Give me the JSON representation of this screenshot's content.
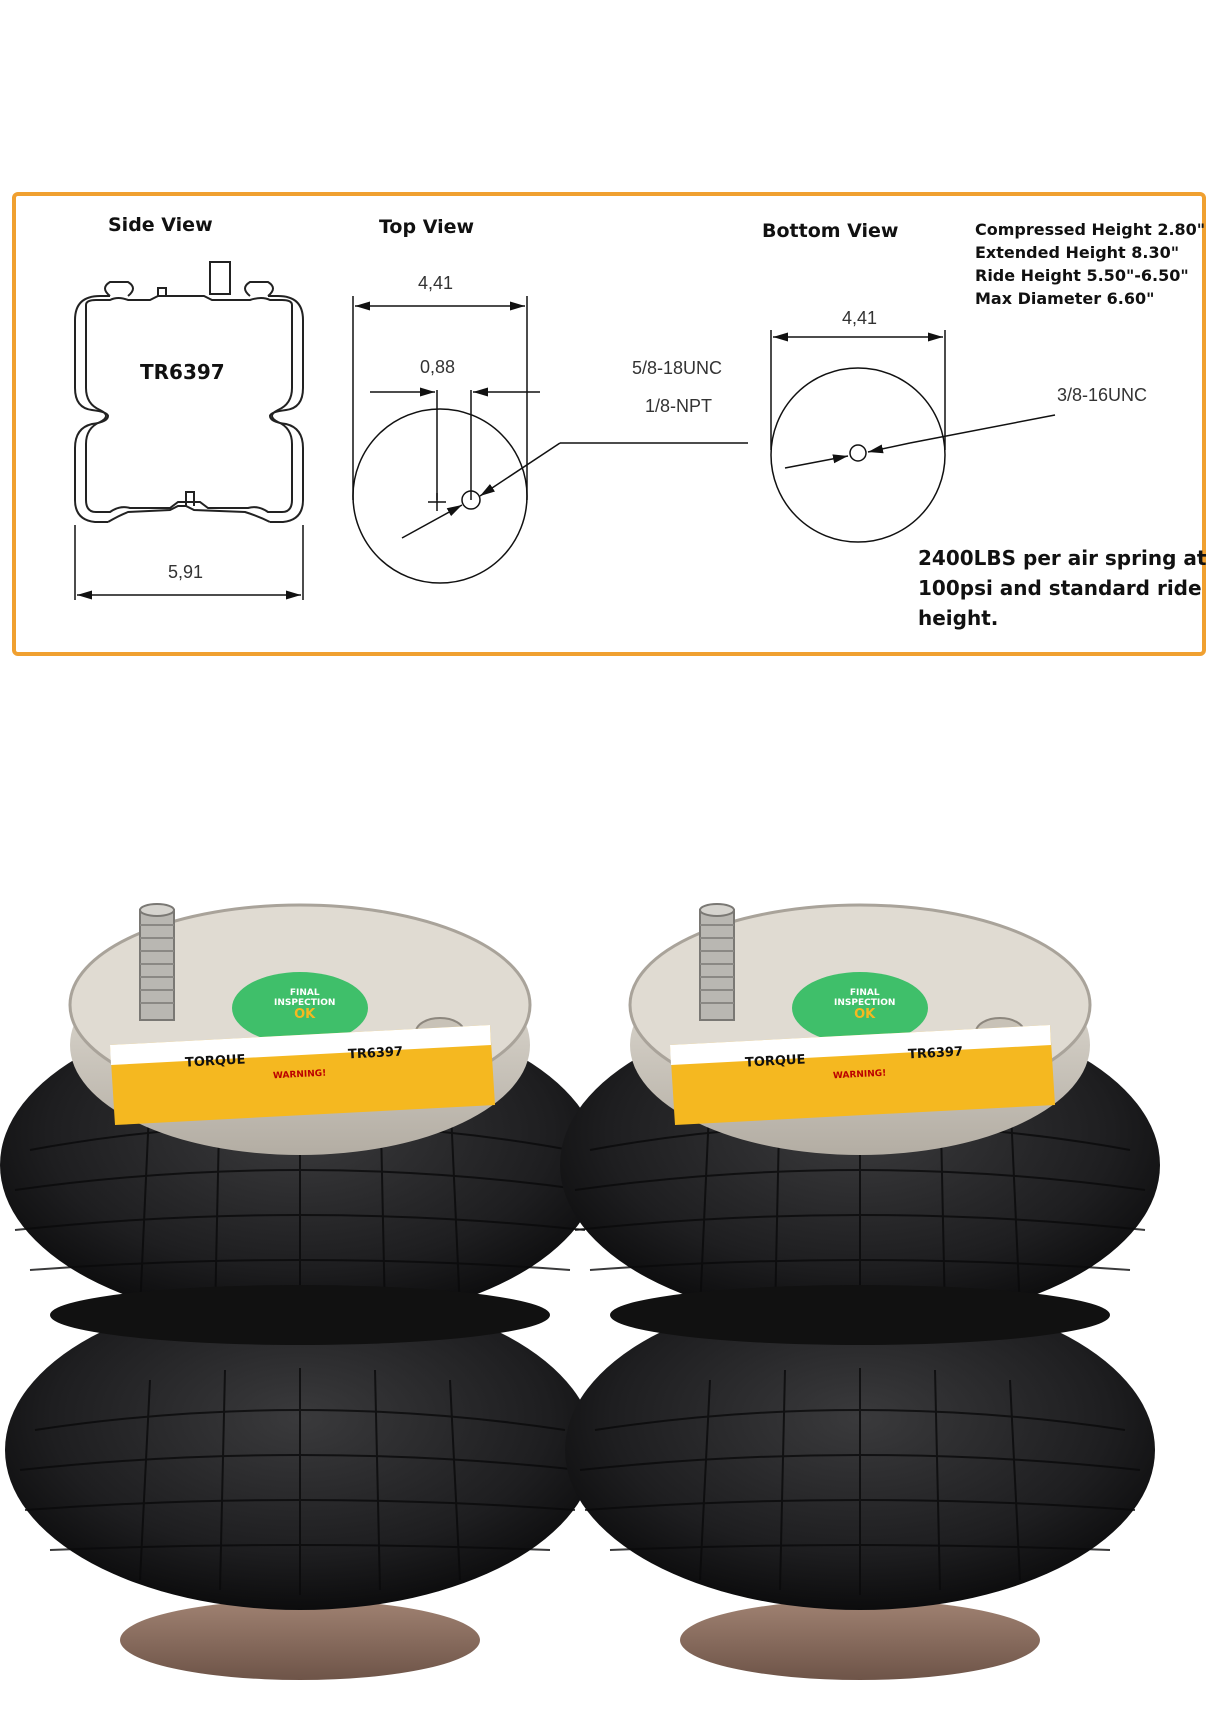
{
  "diagram": {
    "side_view": {
      "title": "Side View",
      "model": "TR6397",
      "width_dim": "5,91"
    },
    "top_view": {
      "title": "Top View",
      "diameter_dim": "4,41",
      "offset_dim": "0,88",
      "stud_label": "5/8-18UNC",
      "port_label": "1/8-NPT"
    },
    "bottom_view": {
      "title": "Bottom View",
      "diameter_dim": "4,41",
      "stud_label": "3/8-16UNC"
    },
    "specs": [
      "Compressed Height 2.80\"",
      "Extended Height 8.30\"",
      "Ride Height 5.50\"-6.50\"",
      "Max Diameter 6.60\""
    ],
    "load_note": [
      "2400LBS per air spring at",
      "100psi and standard ride",
      "height."
    ]
  },
  "photo": {
    "label": {
      "brand": "TORQUE",
      "model": "TR6397",
      "warning": "WARNING!"
    },
    "sticker": {
      "line1": "FINAL",
      "line2": "INSPECTION",
      "line3": "OK"
    }
  },
  "colors": {
    "frame": "#f0a030",
    "rubber": "#1c1c1e",
    "plate": "#cfc9c0",
    "sticker": "#3fbf6a",
    "label": "#f5b820"
  }
}
